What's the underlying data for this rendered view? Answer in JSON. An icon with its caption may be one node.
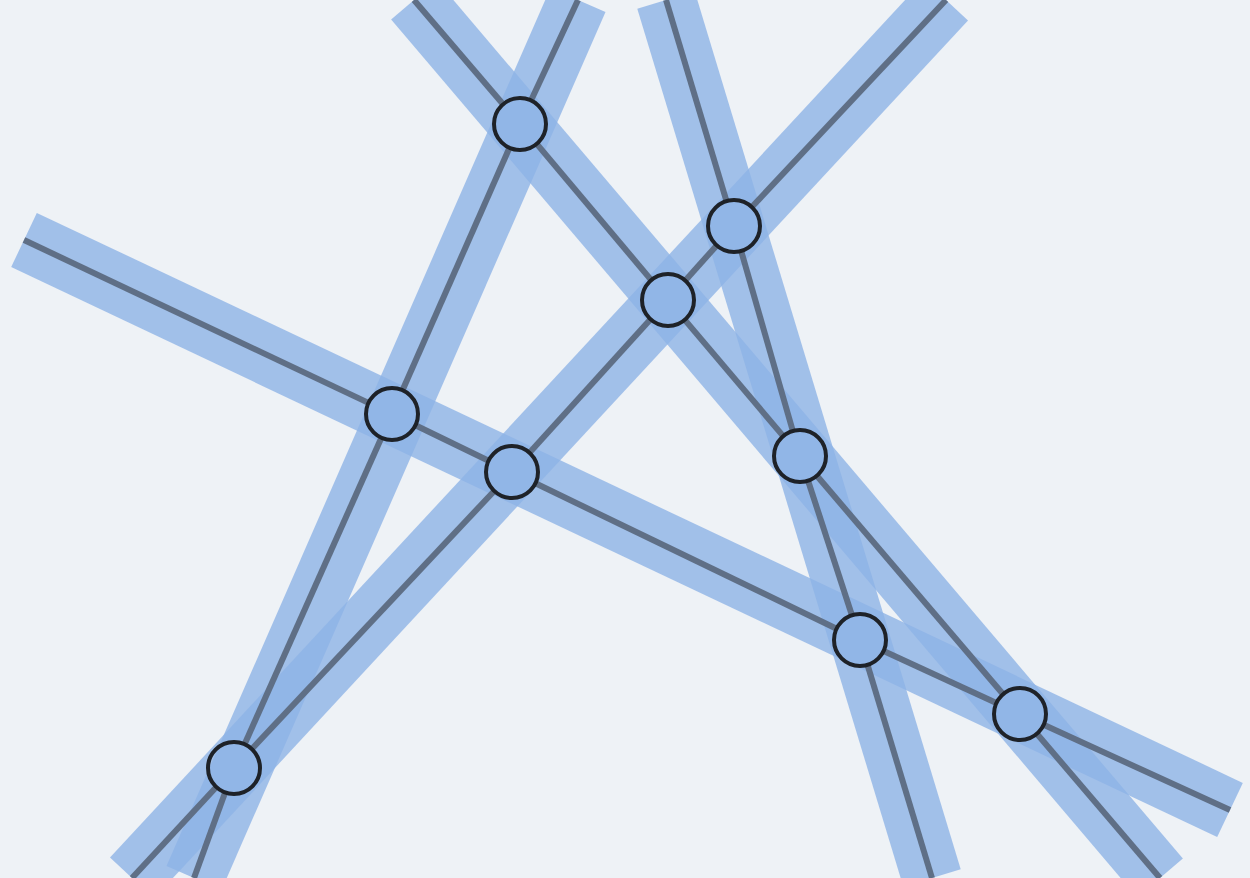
{
  "diagram": {
    "nodes": [
      {
        "text": [],
        "shape": "circle"
      },
      {
        "text": [],
        "shape": "circle"
      },
      {
        "text": [],
        "shape": "circle"
      },
      {
        "text": [],
        "shape": "circle"
      },
      {
        "text": [],
        "shape": "circle"
      },
      {
        "text": [],
        "shape": "circle"
      },
      {
        "text": [],
        "shape": "circle"
      },
      {
        "text": [],
        "shape": "circle"
      },
      {
        "text": [],
        "shape": "circle"
      }
    ],
    "edges": [
      {
        "from": null,
        "to": 3,
        "arrow": "none"
      },
      {
        "from": 3,
        "to": 5,
        "arrow": "none"
      },
      {
        "from": 5,
        "to": 6,
        "arrow": "none"
      },
      {
        "from": 6,
        "to": 7,
        "arrow": "none"
      },
      {
        "from": 7,
        "to": null,
        "arrow": "none"
      },
      {
        "from": null,
        "to": 8,
        "arrow": "none"
      },
      {
        "from": 8,
        "to": 3,
        "arrow": "none"
      },
      {
        "from": 3,
        "to": 0,
        "arrow": "none"
      },
      {
        "from": 0,
        "to": null,
        "arrow": "none"
      },
      {
        "from": null,
        "to": 8,
        "arrow": "none"
      },
      {
        "from": 8,
        "to": 5,
        "arrow": "none"
      },
      {
        "from": 5,
        "to": 2,
        "arrow": "none"
      },
      {
        "from": 2,
        "to": 1,
        "arrow": "none"
      },
      {
        "from": 1,
        "to": null,
        "arrow": "none"
      },
      {
        "from": null,
        "to": 0,
        "arrow": "none"
      },
      {
        "from": 0,
        "to": 2,
        "arrow": "none"
      },
      {
        "from": 2,
        "to": 4,
        "arrow": "none"
      },
      {
        "from": 4,
        "to": 7,
        "arrow": "none"
      },
      {
        "from": 7,
        "to": null,
        "arrow": "none"
      },
      {
        "from": null,
        "to": 1,
        "arrow": "none"
      },
      {
        "from": 1,
        "to": 4,
        "arrow": "none"
      },
      {
        "from": 4,
        "to": 6,
        "arrow": "none"
      },
      {
        "from": 6,
        "to": null,
        "arrow": "none"
      }
    ]
  }
}
